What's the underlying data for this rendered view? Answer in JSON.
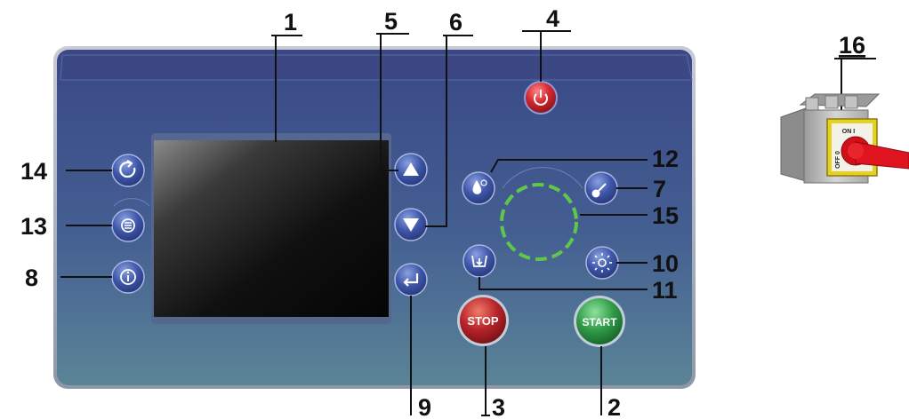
{
  "callouts": {
    "c1": "1",
    "c2": "2",
    "c3": "3",
    "c4": "4",
    "c5": "5",
    "c6": "6",
    "c7": "7",
    "c8": "8",
    "c9": "9",
    "c10": "10",
    "c11": "11",
    "c12": "12",
    "c13": "13",
    "c14": "14",
    "c15": "15",
    "c16": "16"
  },
  "buttons": {
    "stop_label": "STOP",
    "start_label": "START"
  },
  "switch": {
    "on_label": "ON I",
    "off_label": "OFF 0"
  },
  "colors": {
    "panel_top": "#3c4a86",
    "panel_bottom": "#567f98",
    "button_blue": "#4058a8",
    "power_red": "#d82030",
    "stop_red": "#b8242a",
    "start_green": "#2f9a48",
    "ring_green": "#5fc84a",
    "switch_red": "#e0141e",
    "switch_yellow": "#e6d21e"
  }
}
